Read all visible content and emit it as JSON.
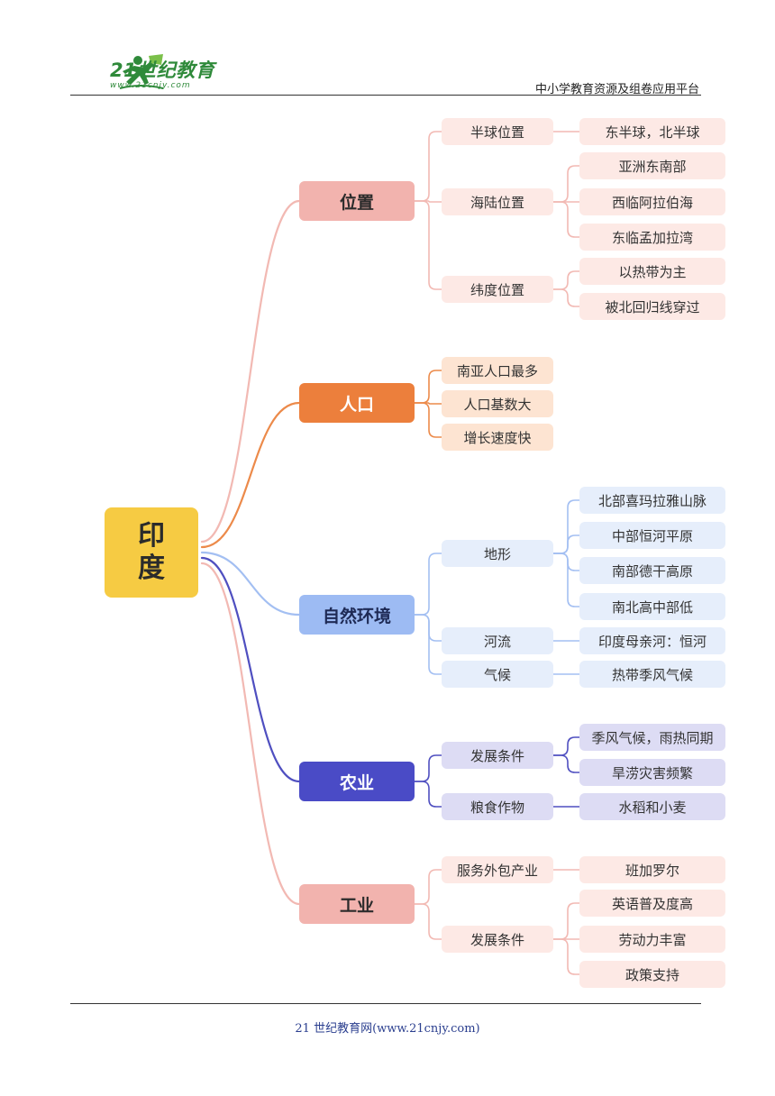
{
  "header": {
    "logo_text": "21世纪教育",
    "logo_url": "www.21cnjy.com",
    "right_text": "中小学教育资源及组卷应用平台"
  },
  "footer": {
    "text": "21 世纪教育网(www.21cnjy.com)"
  },
  "mindmap": {
    "root": {
      "line1": "印",
      "line2": "度"
    },
    "branches": [
      {
        "label": "位置",
        "children": [
          {
            "label": "半球位置",
            "children": [
              "东半球，北半球"
            ]
          },
          {
            "label": "海陆位置",
            "children": [
              "亚洲东南部",
              "西临阿拉伯海",
              "东临孟加拉湾"
            ]
          },
          {
            "label": "纬度位置",
            "children": [
              "以热带为主",
              "被北回归线穿过"
            ]
          }
        ]
      },
      {
        "label": "人口",
        "children": [
          {
            "label": "南亚人口最多",
            "children": []
          },
          {
            "label": "人口基数大",
            "children": []
          },
          {
            "label": "增长速度快",
            "children": []
          }
        ]
      },
      {
        "label": "自然环境",
        "children": [
          {
            "label": "地形",
            "children": [
              "北部喜玛拉雅山脉",
              "中部恒河平原",
              "南部德干高原",
              "南北高中部低"
            ]
          },
          {
            "label": "河流",
            "children": [
              "印度母亲河：恒河"
            ]
          },
          {
            "label": "气候",
            "children": [
              "热带季风气候"
            ]
          }
        ]
      },
      {
        "label": "农业",
        "children": [
          {
            "label": "发展条件",
            "children": [
              "季风气候，雨热同期",
              "旱涝灾害频繁"
            ]
          },
          {
            "label": "粮食作物",
            "children": [
              "水稻和小麦"
            ]
          }
        ]
      },
      {
        "label": "工业",
        "children": [
          {
            "label": "服务外包产业",
            "children": [
              "班加罗尔"
            ]
          },
          {
            "label": "发展条件",
            "children": [
              "英语普及度高",
              "劳动力丰富",
              "政策支持"
            ]
          }
        ]
      }
    ]
  },
  "colors": {
    "root": "#f6cb43",
    "branches": [
      {
        "main": "#f2b3ae",
        "text": "#2b2b2b",
        "sub": "#fde9e5",
        "line": "#f2b9b3"
      },
      {
        "main": "#ec7f3c",
        "text": "#ffffff",
        "sub": "#fde4d2",
        "line": "#ec8a4a"
      },
      {
        "main": "#9dbbf3",
        "text": "#1e2a55",
        "sub": "#e6eefb",
        "line": "#a3bff2"
      },
      {
        "main": "#4a4bc6",
        "text": "#ffffff",
        "sub": "#dddcf4",
        "line": "#4f4fc0"
      },
      {
        "main": "#f2b3ae",
        "text": "#2b2b2b",
        "sub": "#fde9e5",
        "line": "#f2b9b3"
      }
    ]
  }
}
